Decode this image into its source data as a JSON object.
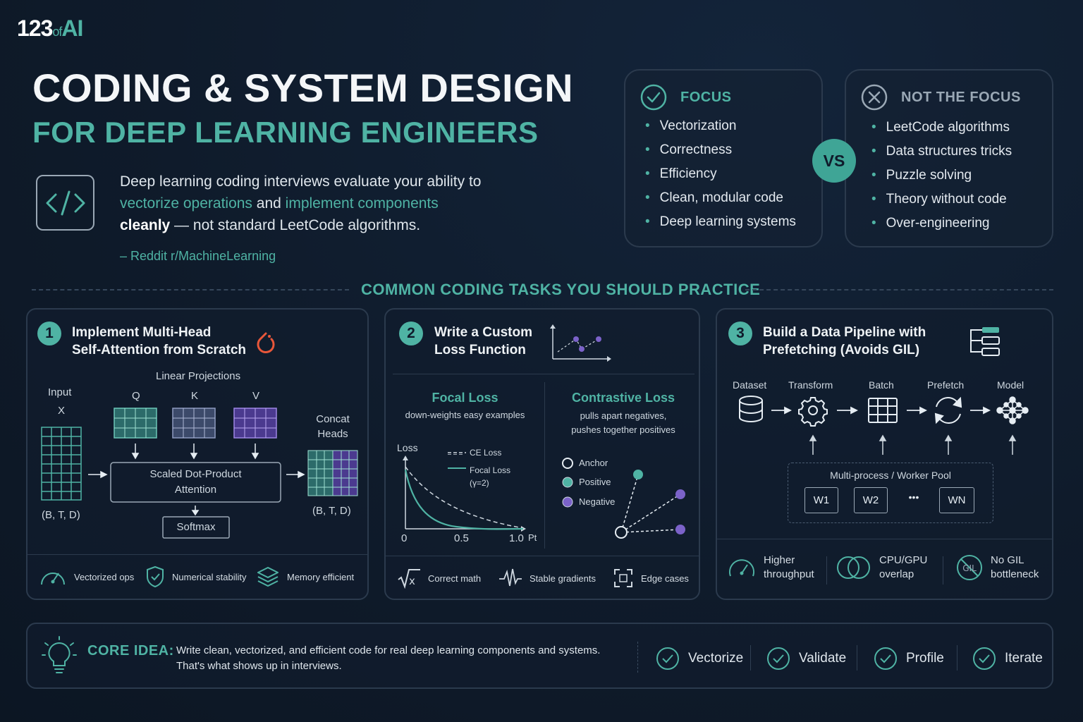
{
  "brand": {
    "num": "123",
    "of": "of",
    "ai": "AI"
  },
  "header": {
    "title": "CODING & SYSTEM DESIGN",
    "subtitle": "FOR DEEP LEARNING ENGINEERS"
  },
  "intro": {
    "part1": "Deep learning coding interviews evaluate your ability to ",
    "hl1": "vectorize operations",
    "part2": " and ",
    "hl2": "implement components",
    "bold": "cleanly",
    "part3": " — not standard LeetCode algorithms.",
    "source": "– Reddit r/MachineLearning"
  },
  "focus": {
    "title": "FOCUS",
    "items": [
      "Vectorization",
      "Correctness",
      "Efficiency",
      "Clean, modular code",
      "Deep learning systems"
    ]
  },
  "vs": "VS",
  "not_focus": {
    "title": "NOT THE FOCUS",
    "items": [
      "LeetCode algorithms",
      "Data structures tricks",
      "Puzzle solving",
      "Theory without code",
      "Over-engineering"
    ]
  },
  "section_title": "COMMON CODING TASKS YOU SHOULD PRACTICE",
  "task1": {
    "num": "1",
    "title_l1": "Implement Multi-Head",
    "title_l2": "Self-Attention from Scratch",
    "linear_proj": "Linear Projections",
    "input": "Input",
    "x": "X",
    "q": "Q",
    "k": "K",
    "v": "V",
    "attn_l1": "Scaled Dot-Product",
    "attn_l2": "Attention",
    "softmax": "Softmax",
    "concat_l1": "Concat",
    "concat_l2": "Heads",
    "shape_in": "(B, T, D)",
    "shape_out": "(B, T, D)",
    "footer": [
      "Vectorized ops",
      "Numerical stability",
      "Memory efficient"
    ]
  },
  "task2": {
    "num": "2",
    "title_l1": "Write a Custom",
    "title_l2": "Loss Function",
    "focal_title": "Focal Loss",
    "focal_desc": "down-weights easy examples",
    "contrast_title": "Contrastive Loss",
    "contrast_desc_l1": "pulls apart negatives,",
    "contrast_desc_l2": "pushes together positives",
    "ylabel": "Loss",
    "xlabel": "Pt",
    "legend_ce": "CE Loss",
    "legend_focal": "Focal Loss",
    "legend_gamma": "(γ=2)",
    "ticks": [
      "0",
      "0.5",
      "1.0"
    ],
    "anchor": "Anchor",
    "positive": "Positive",
    "negative": "Negative",
    "footer": [
      "Correct math",
      "Stable gradients",
      "Edge cases"
    ]
  },
  "task3": {
    "num": "3",
    "title_l1": "Build a Data Pipeline with",
    "title_l2": "Prefetching (Avoids GIL)",
    "stages": [
      "Dataset",
      "Transform",
      "Batch",
      "Prefetch",
      "Model"
    ],
    "pool_label": "Multi-process / Worker Pool",
    "workers": [
      "W1",
      "W2",
      "•••",
      "WN"
    ],
    "footer": [
      {
        "l1": "Higher",
        "l2": "throughput"
      },
      {
        "l1": "CPU/GPU",
        "l2": "overlap"
      },
      {
        "l1": "No GIL",
        "l2": "bottleneck"
      }
    ],
    "gil": "GIL"
  },
  "core": {
    "label": "CORE IDEA:",
    "text_l1": "Write clean, vectorized, and efficient code for real deep learning components and systems.",
    "text_l2": "That's what shows up in interviews.",
    "steps": [
      "Vectorize",
      "Validate",
      "Profile",
      "Iterate"
    ]
  },
  "colors": {
    "accent": "#4fb3a4",
    "purple": "#7b62c9",
    "bg": "#0f1b2b",
    "border": "#2b3a4d"
  }
}
